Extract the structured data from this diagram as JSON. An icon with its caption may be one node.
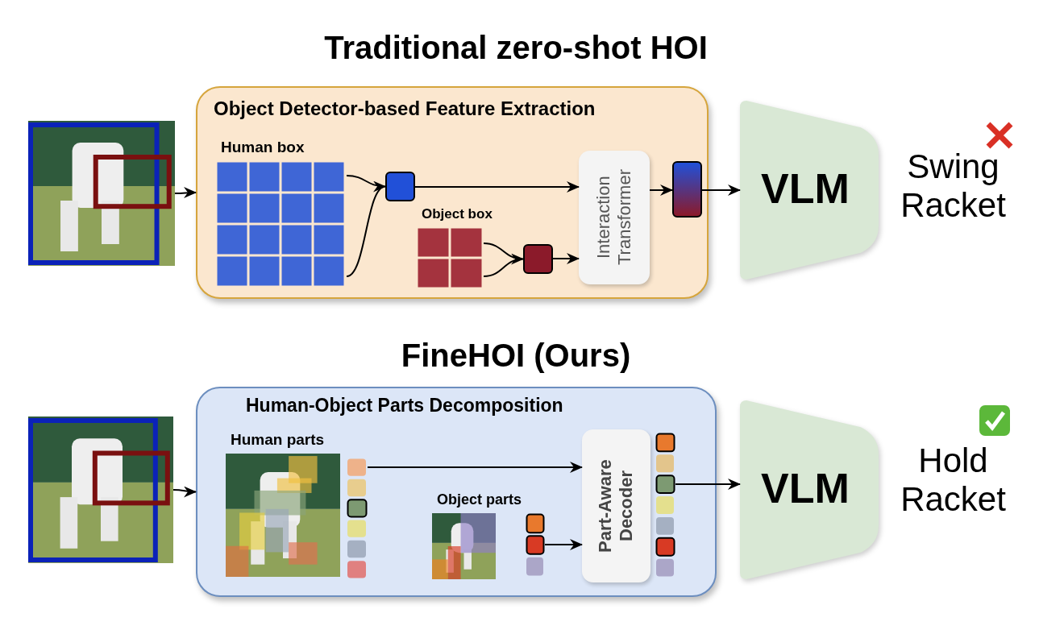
{
  "diagram": {
    "nodes": [
      {
        "text": [],
        "shape": "picture"
      },
      {
        "text": [
          "Object Detector-based Feature Extraction"
        ]
      },
      {
        "text": [
          "Human box"
        ],
        "in": 1
      },
      {
        "text": [],
        "shape": "box",
        "in": 1
      },
      {
        "text": [
          "Object box"
        ],
        "in": 1
      },
      {
        "text": [],
        "shape": "box",
        "in": 1
      },
      {
        "text": [
          "Interaction Transformer"
        ],
        "in": 1
      },
      {
        "text": [],
        "shape": "box",
        "in": 1
      },
      {
        "text": [
          "VLM"
        ],
        "beside": [
          "Swing Racket"
        ]
      },
      {
        "text": [],
        "shape": "picture"
      },
      {
        "text": [
          "Human-Object Parts Decomposition"
        ]
      },
      {
        "text": [
          "Human parts"
        ],
        "in": 10
      },
      {
        "text": [],
        "shape": "box",
        "in": 10
      },
      {
        "text": [
          "Object parts"
        ],
        "in": 10
      },
      {
        "text": [],
        "shape": "box",
        "in": 10
      },
      {
        "text": [
          "Part-Aware Decoder"
        ],
        "in": 10
      },
      {
        "text": [],
        "shape": "box",
        "in": 10
      },
      {
        "text": [
          "VLM"
        ],
        "beside": [
          "Hold Racket"
        ]
      }
    ],
    "edges": [
      {
        "from": 0,
        "to": 1,
        "arrow": "to"
      },
      {
        "from": 2,
        "to": 3,
        "arrow": "to"
      },
      {
        "from": 3,
        "to": 6,
        "arrow": "to"
      },
      {
        "from": 4,
        "to": 5,
        "arrow": "to"
      },
      {
        "from": 5,
        "to": 6,
        "arrow": "to"
      },
      {
        "from": 6,
        "to": 7,
        "arrow": "to"
      },
      {
        "from": 7,
        "to": 8,
        "arrow": "to"
      },
      {
        "from": 9,
        "to": 10,
        "arrow": "to"
      },
      {
        "from": 12,
        "to": 15,
        "arrow": "to"
      },
      {
        "from": 14,
        "to": 15,
        "arrow": "to"
      },
      {
        "from": 16,
        "to": 17,
        "arrow": "to"
      }
    ],
    "labels": [
      "Traditional zero-shot HOI",
      "FineHOI (Ours)"
    ]
  }
}
